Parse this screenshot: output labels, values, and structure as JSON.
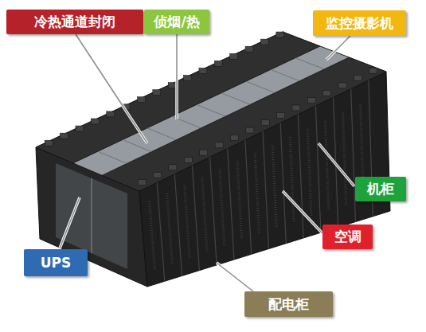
{
  "diagram": {
    "nodes": [
      {
        "text": [
          "冷热通道封闭"
        ]
      },
      {
        "text": [
          "侦烟/热"
        ]
      },
      {
        "text": [
          "监控摄影机"
        ]
      },
      {
        "text": [
          "机柜"
        ]
      },
      {
        "text": [
          "空调"
        ]
      },
      {
        "text": [
          "UPS"
        ]
      },
      {
        "text": [
          "配电柜"
        ]
      }
    ]
  }
}
